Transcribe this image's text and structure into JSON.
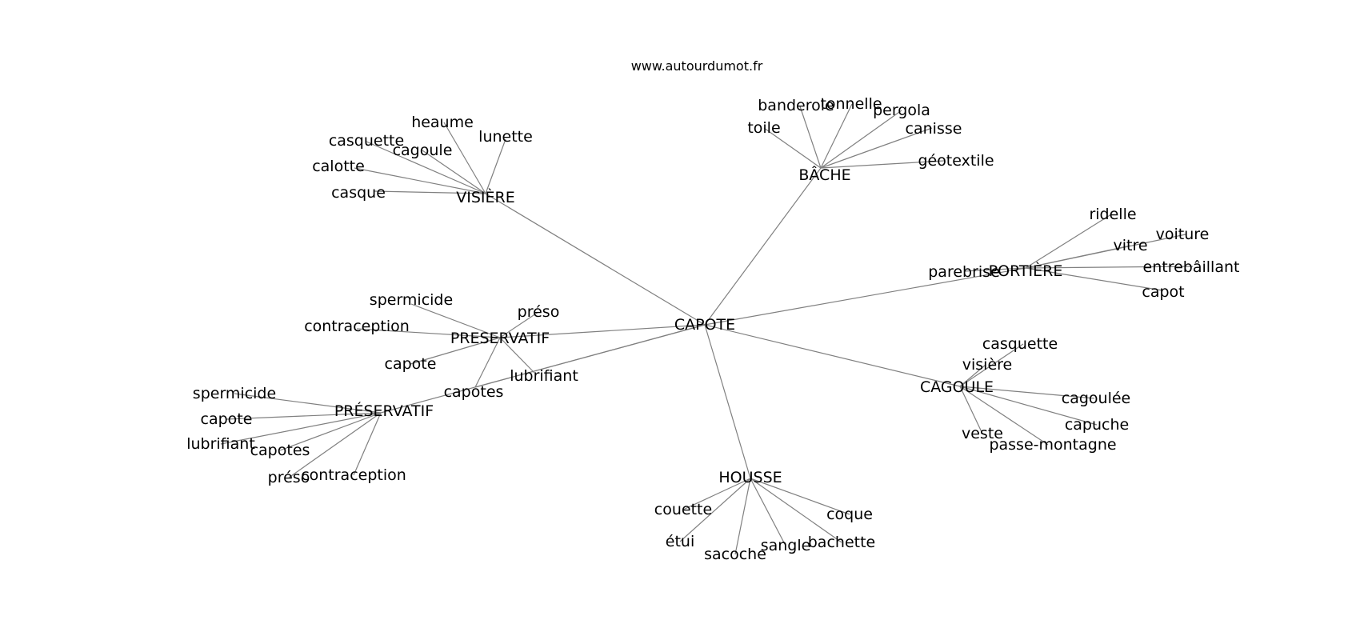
{
  "source": "www.autourdumot.fr",
  "graph": {
    "center": "CAPOTE",
    "groups": [
      {
        "hub": "VISIÈRE",
        "words": [
          "heaume",
          "lunette",
          "casquette",
          "cagoule",
          "calotte",
          "casque"
        ]
      },
      {
        "hub": "BÂCHE",
        "words": [
          "banderole",
          "tonnelle",
          "pergola",
          "toile",
          "canisse",
          "géotextile"
        ]
      },
      {
        "hub": "PORTIÈRE",
        "words": [
          "ridelle",
          "voiture",
          "vitre",
          "entrebâillant",
          "parebrise",
          "capot"
        ]
      },
      {
        "hub": "PRESERVATIF",
        "words": [
          "spermicide",
          "préso",
          "contraception",
          "capote",
          "lubrifiant",
          "capotes"
        ]
      },
      {
        "hub": "CAGOULE",
        "words": [
          "casquette",
          "visière",
          "cagoulée",
          "capuche",
          "veste",
          "passe-montagne"
        ]
      },
      {
        "hub": "PRÉSERVATIF",
        "words": [
          "spermicide",
          "capote",
          "lubrifiant",
          "capotes",
          "préso",
          "contraception"
        ]
      },
      {
        "hub": "HOUSSE",
        "words": [
          "couette",
          "coque",
          "étui",
          "sacoche",
          "sangle",
          "bachette"
        ]
      }
    ]
  }
}
